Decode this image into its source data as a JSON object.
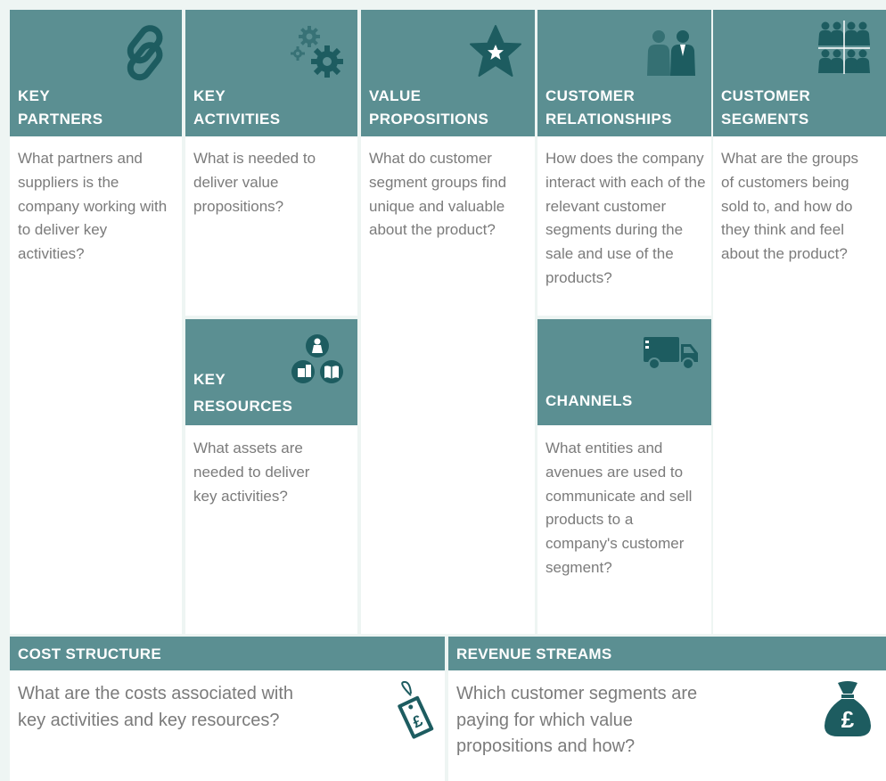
{
  "colors": {
    "header": "#5b8f92",
    "icon_dark": "#1d5c60",
    "body_text": "#7b7b7b",
    "background": "#eef5f3"
  },
  "blocks": {
    "key_partners": {
      "title": "KEY PARTNERS",
      "text": "What partners and suppliers is the company working with to deliver key activities?",
      "icon": "link-icon"
    },
    "key_activities": {
      "title": "KEY ACTIVITIES",
      "text": "What is needed to deliver value propositions?",
      "icon": "gears-icon"
    },
    "key_resources": {
      "title": "KEY RESOURCES",
      "text": "What assets are needed to deliver key activities?",
      "icon": "resources-icon"
    },
    "value_propositions": {
      "title": "VALUE PROPOSITIONS",
      "text": "What do customer segment groups find unique and valuable about the product?",
      "icon": "star-icon"
    },
    "customer_relationships": {
      "title": "CUSTOMER RELATIONSHIPS",
      "text": "How does the company interact with each of the relevant customer segments during the sale and use of the products?",
      "icon": "people-icon"
    },
    "channels": {
      "title": "CHANNELS",
      "text": "What entities and avenues are used to communicate and sell products to a company's customer segment?",
      "icon": "truck-icon"
    },
    "customer_segments": {
      "title": "CUSTOMER SEGMENTS",
      "text": "What are the groups of customers being sold to, and how do they think and feel about the product?",
      "icon": "segments-icon"
    },
    "cost_structure": {
      "title": "COST STRUCTURE",
      "text": "What are the costs associated with key activities and key resources?",
      "icon": "price-tag-icon",
      "currency_symbol": "£"
    },
    "revenue_streams": {
      "title": "REVENUE STREAMS",
      "text": "Which customer segments are paying for which value propositions and how?",
      "icon": "money-bag-icon",
      "currency_symbol": "£"
    }
  }
}
